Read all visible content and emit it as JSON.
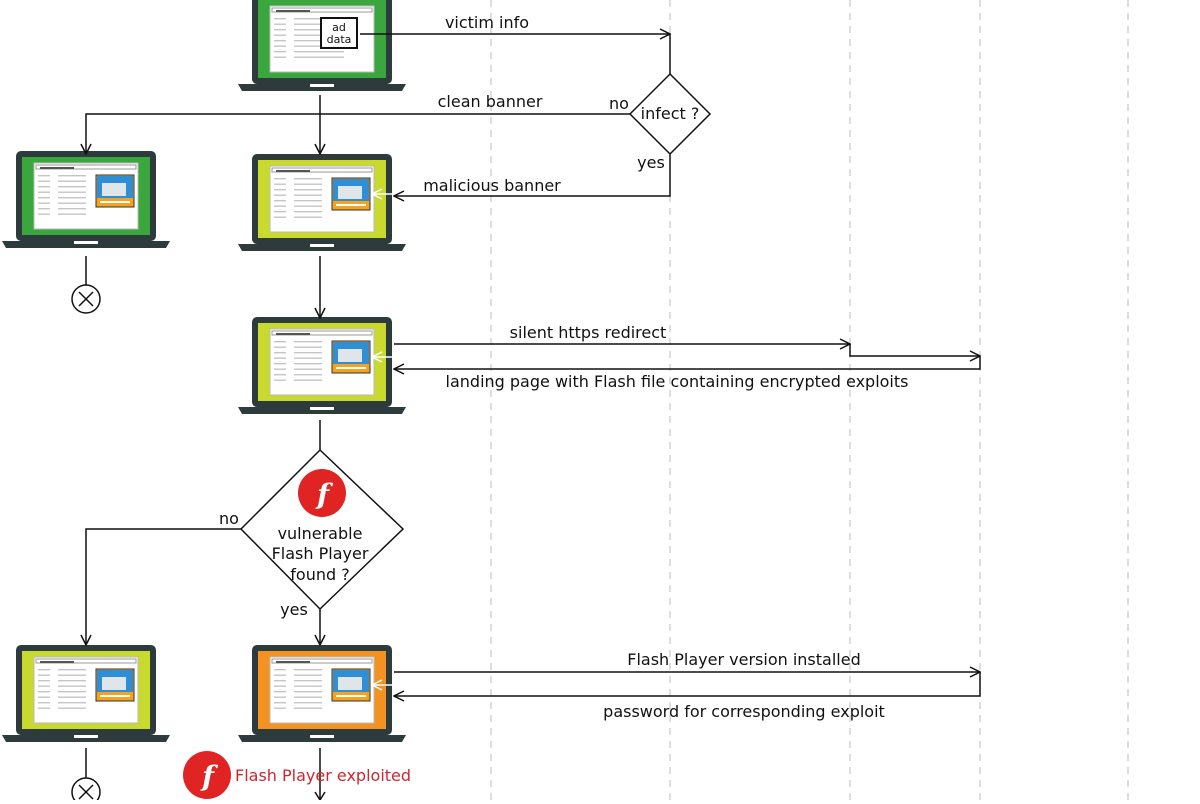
{
  "colors": {
    "laptop_frame": "#2e3b3c",
    "screen_green": "#3aa63d",
    "screen_yellow": "#c9d92e",
    "screen_orange": "#f39220",
    "banner_blue": "#2f8fd6",
    "banner_orange": "#f6a21c",
    "flash_red": "#e02424",
    "exploited_text": "#d0262e",
    "lines": "#111111",
    "lifeline": "#bdbdbd"
  },
  "icons": {
    "flash": "adobe-flash-icon",
    "terminator": "circle-x-icon"
  },
  "labels": {
    "ad_data_line1": "ad",
    "ad_data_line2": "data",
    "victim_info": "victim info",
    "infect_decision": "infect ?",
    "no_top": "no",
    "yes_top": "yes",
    "clean_banner": "clean banner",
    "malicious_banner": "malicious banner",
    "silent_redirect": "silent https redirect",
    "landing_page": "landing page with Flash file containing encrypted exploits",
    "vuln_line1": "vulnerable",
    "vuln_line2": "Flash Player",
    "vuln_line3": "found ?",
    "no_bottom": "no",
    "yes_bottom": "yes",
    "fp_version": "Flash Player version installed",
    "password": "password for corresponding exploit",
    "exploited": "Flash Player exploited",
    "flash_glyph": "f"
  }
}
